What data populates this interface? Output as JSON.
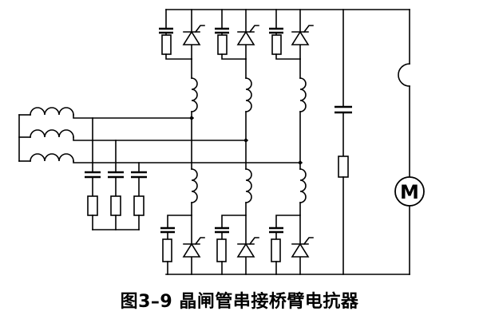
{
  "caption": "图3–9 晶闸管串接桥臂电抗器",
  "motor": {
    "label": "M"
  },
  "colors": {
    "line": "#000000",
    "background": "#ffffff"
  },
  "components": {
    "transformer_windings": 3,
    "rc_snubber_legs": 3,
    "bridge_arms": 6,
    "thyristor_icon": "thyristor-icon",
    "inductor_icon": "inductor-icon",
    "capacitor_icon": "capacitor-icon",
    "resistor_icon": "resistor-icon",
    "motor_icon": "motor-icon"
  }
}
